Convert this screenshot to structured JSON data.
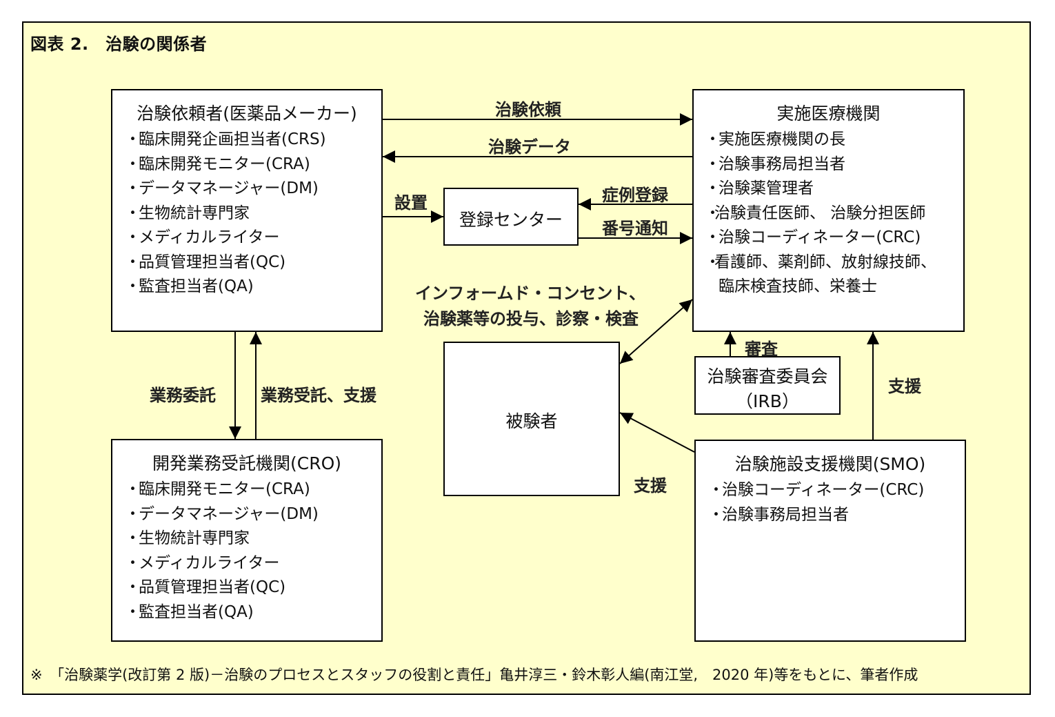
{
  "title": "図表 2.　治験の関係者",
  "sponsor": {
    "title": "治験依頼者(医薬品メーカー)",
    "items": [
      "臨床開発企画担当者(CRS)",
      "臨床開発モニター(CRA)",
      "データマネージャー(DM)",
      "生物統計専門家",
      "メディカルライター",
      "品質管理担当者(QC)",
      "監査担当者(QA)"
    ]
  },
  "site": {
    "title": "実施医療機関",
    "items": [
      "実施医療機関の長",
      "治験事務局担当者",
      "治験薬管理者",
      "治験責任医師、 治験分担医師",
      "治験コーディネーター(CRC)",
      "看護師、薬剤師、放射線技師、"
    ],
    "continuation": "臨床検査技師、栄養士"
  },
  "registration_center": {
    "title": "登録センター"
  },
  "subject": {
    "title": "被験者"
  },
  "irb": {
    "title_line1": "治験審査委員会",
    "title_line2": "（IRB）"
  },
  "cro": {
    "title": "開発業務受託機関(CRO)",
    "items": [
      "臨床開発モニター(CRA)",
      "データマネージャー(DM)",
      "生物統計専門家",
      "メディカルライター",
      "品質管理担当者(QC)",
      "監査担当者(QA)"
    ]
  },
  "smo": {
    "title": "治験施設支援機関(SMO)",
    "items": [
      "治験コーディネーター(CRC)",
      "治験事務局担当者"
    ]
  },
  "bullet": "・",
  "arrow_labels": {
    "trial_request": "治験依頼",
    "trial_data": "治験データ",
    "establish": "設置",
    "case_registration": "症例登録",
    "number_notice": "番号通知",
    "consent_line1": "インフォームド・コンセント、",
    "consent_line2": "治験薬等の投与、診察・検査",
    "review": "審査",
    "outsourcing": "業務委託",
    "contract_support": "業務受託、支援",
    "smo_support_site": "支援",
    "smo_support_subject": "支援"
  },
  "note": "※　「治験薬学(改訂第 2 版)－治験のプロセスとスタッフの役割と責任」亀井淳三・鈴木彰人編(南江堂,　2020 年)等をもとに、筆者作成"
}
